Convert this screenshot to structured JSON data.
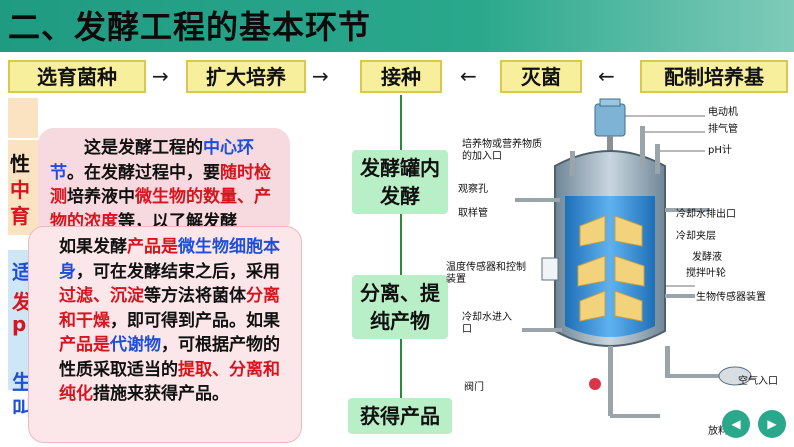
{
  "title": "二、发酵工程的基本环节",
  "flow": {
    "steps": [
      "选育菌种",
      "扩大培养",
      "接种",
      "灭菌",
      "配制培养基"
    ],
    "arrow_right": "→",
    "arrow_left": "←",
    "stage_ferment": "发酵罐内发酵",
    "stage_separate": "分离、提纯产物",
    "stage_product": "获得产品"
  },
  "card1": {
    "segments": [
      {
        "t": "这是发酵工程的",
        "c": "black"
      },
      {
        "t": "中心环节",
        "c": "blue"
      },
      {
        "t": "。在发酵过程中，要",
        "c": "black"
      },
      {
        "t": "随时检测",
        "c": "red"
      },
      {
        "t": "培养液中",
        "c": "black"
      },
      {
        "t": "微生物的数量、产物的浓度",
        "c": "red"
      },
      {
        "t": "等，以了解发酵",
        "c": "black"
      }
    ]
  },
  "card2": {
    "segments": [
      {
        "t": "如果发酵",
        "c": "black"
      },
      {
        "t": "产品是",
        "c": "red"
      },
      {
        "t": "微生物细胞本身",
        "c": "blue"
      },
      {
        "t": "，可在发酵结束之后，采用",
        "c": "black"
      },
      {
        "t": "过滤、沉淀",
        "c": "red"
      },
      {
        "t": "等方法将菌体",
        "c": "black"
      },
      {
        "t": "分离和干燥",
        "c": "red"
      },
      {
        "t": "，即可得到产品。如果",
        "c": "black"
      },
      {
        "t": "产品是",
        "c": "red"
      },
      {
        "t": "代谢物",
        "c": "blue"
      },
      {
        "t": "，可根据产物的性质采取适当的",
        "c": "black"
      },
      {
        "t": "提取、分离和纯化",
        "c": "red"
      },
      {
        "t": "措施来获得产品。",
        "c": "black"
      }
    ]
  },
  "background_fragments": [
    "性",
    "中",
    "育",
    "适",
    "发",
    "p",
    "生",
    "叫"
  ],
  "diagram": {
    "labels": {
      "motor": "电动机",
      "exhaust": "排气管",
      "ph": "pH计",
      "feed_inlet": "培养物或营养物质的加入口",
      "window": "观察孔",
      "sample_tube": "取样管",
      "coolant_out": "冷却水排出口",
      "cooling_jacket": "冷却夹层",
      "broth": "发酵液",
      "impeller": "搅拌叶轮",
      "temp_sensor": "温度传感器和控制装置",
      "bio_sensor": "生物传感器装置",
      "coolant_in": "冷却水进入口",
      "valve": "阀门",
      "air_inlet": "空气入口",
      "discharge": "放料管"
    },
    "colors": {
      "tank": "#8aa0b0",
      "broth": "#2f86d6",
      "blade": "#f2d27a"
    }
  },
  "nav": {
    "prev": "◀",
    "next": "▶"
  }
}
